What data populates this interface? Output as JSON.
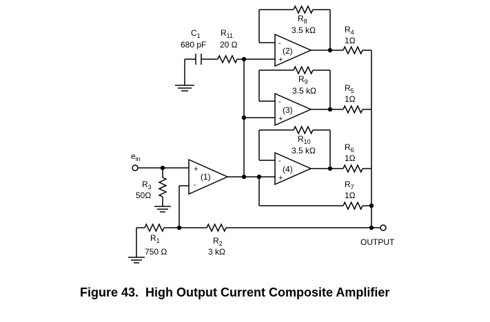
{
  "figure": {
    "caption": "Figure 43.  High Output Current Composite Amplifier"
  },
  "components": {
    "c1": {
      "name": "C",
      "sub": "1",
      "value": "680 pF"
    },
    "r11": {
      "name": "R",
      "sub": "11",
      "value": "20 Ω"
    },
    "r8": {
      "name": "R",
      "sub": "8",
      "value": "3.5 kΩ"
    },
    "r9": {
      "name": "R",
      "sub": "9",
      "value": "3.5 kΩ"
    },
    "r10": {
      "name": "R",
      "sub": "10",
      "value": "3.5 kΩ"
    },
    "r4": {
      "name": "R",
      "sub": "4",
      "value": "1Ω"
    },
    "r5": {
      "name": "R",
      "sub": "5",
      "value": "1Ω"
    },
    "r6": {
      "name": "R",
      "sub": "6",
      "value": "1Ω"
    },
    "r7": {
      "name": "R",
      "sub": "7",
      "value": "1Ω"
    },
    "r3": {
      "name": "R",
      "sub": "3",
      "value": "50Ω"
    },
    "r1": {
      "name": "R",
      "sub": "1",
      "value": "750 Ω"
    },
    "r2": {
      "name": "R",
      "sub": "2",
      "value": "3 kΩ"
    }
  },
  "amplifiers": {
    "a1": "(1)",
    "a2": "(2)",
    "a3": "(3)",
    "a4": "(4)",
    "minus": "-",
    "plus": "+"
  },
  "terminals": {
    "input": {
      "name": "e",
      "sub": "in"
    },
    "output": "OUTPUT"
  }
}
